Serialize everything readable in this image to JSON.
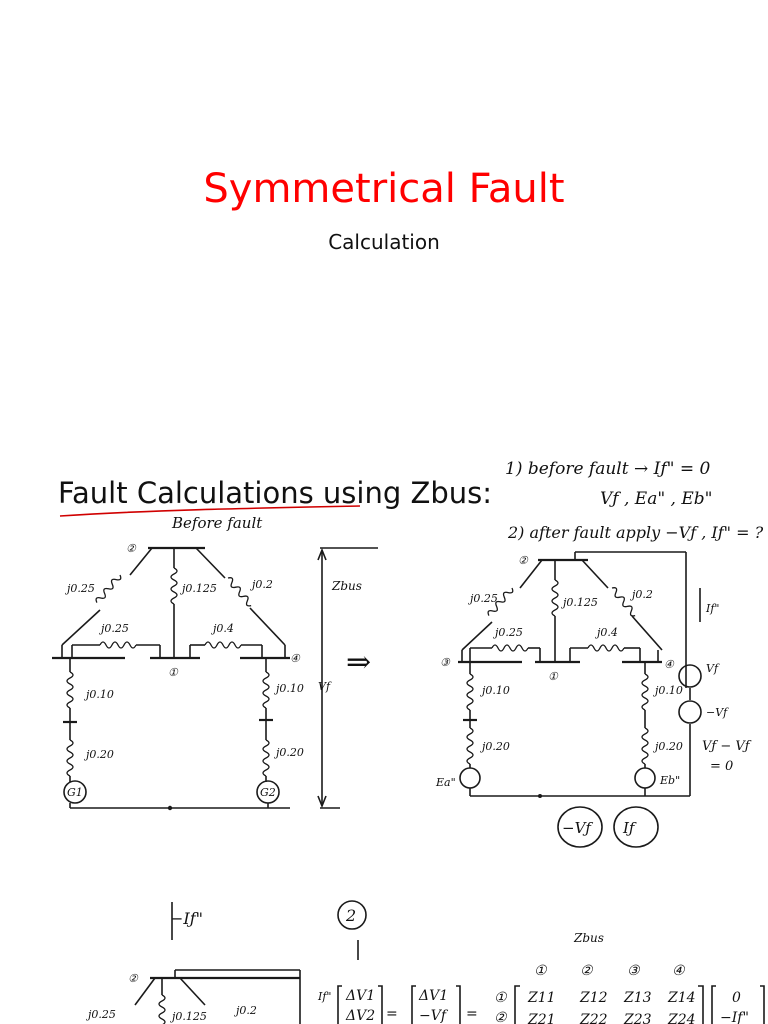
{
  "slide1": {
    "title": "Symmetrical Fault",
    "subtitle": "Calculation",
    "title_color": "#ff0000"
  },
  "slide2": {
    "title": "Fault Calculations using Zbus:",
    "notes": {
      "step1": "1) before fault → Iƒ\" = 0",
      "step1b": "Vƒ , Ea\" , Eb\"",
      "step2": "2) after fault apply −Vƒ , Iƒ\" = ?",
      "before_fault": "Before fault",
      "zbus": "Zbus",
      "vf_eq": "Vƒ − Vƒ",
      "eq_zero": "= 0",
      "minus_if": "−Iƒ\"",
      "circled_two": "2",
      "circled_neg_vf": "−Vƒ",
      "circled_if": "Iƒ",
      "arrow": "⇒"
    },
    "left_diagram": {
      "impedances": [
        "j0.25",
        "j0.125",
        "j0.2",
        "j0.25",
        "j0.4",
        "j0.10",
        "j0.10",
        "j0.20",
        "j0.20"
      ],
      "nodes": [
        "②",
        "①",
        "④"
      ],
      "generators": [
        "G1",
        "G2"
      ],
      "vf_label": "Vf"
    },
    "right_diagram": {
      "impedances": [
        "j0.25",
        "j0.125",
        "j0.2",
        "j0.25",
        "j0.4",
        "j0.10",
        "j0.10",
        "j0.20",
        "j0.20"
      ],
      "nodes": [
        "②",
        "①",
        "③",
        "④"
      ],
      "sources": [
        "Ea\"",
        "Eb\"",
        "Vf",
        "−Vf"
      ],
      "current_label": "If\""
    },
    "bottom": {
      "impedances": [
        "j0.25",
        "j0.125",
        "j0.2"
      ],
      "node": "②",
      "current_label": "If\"",
      "matrix_headers": [
        "①",
        "②",
        "③",
        "④"
      ],
      "row_labels": [
        "①",
        "②"
      ],
      "dv": [
        "ΔV1",
        "ΔV2"
      ],
      "dv_rhs": [
        "ΔV1",
        "−Vf"
      ],
      "z_row1": [
        "Z11",
        "Z12",
        "Z13",
        "Z14"
      ],
      "z_row2": [
        "Z21",
        "Z22",
        "Z23",
        "Z24"
      ],
      "i_col": [
        "0",
        "−If\""
      ]
    }
  }
}
